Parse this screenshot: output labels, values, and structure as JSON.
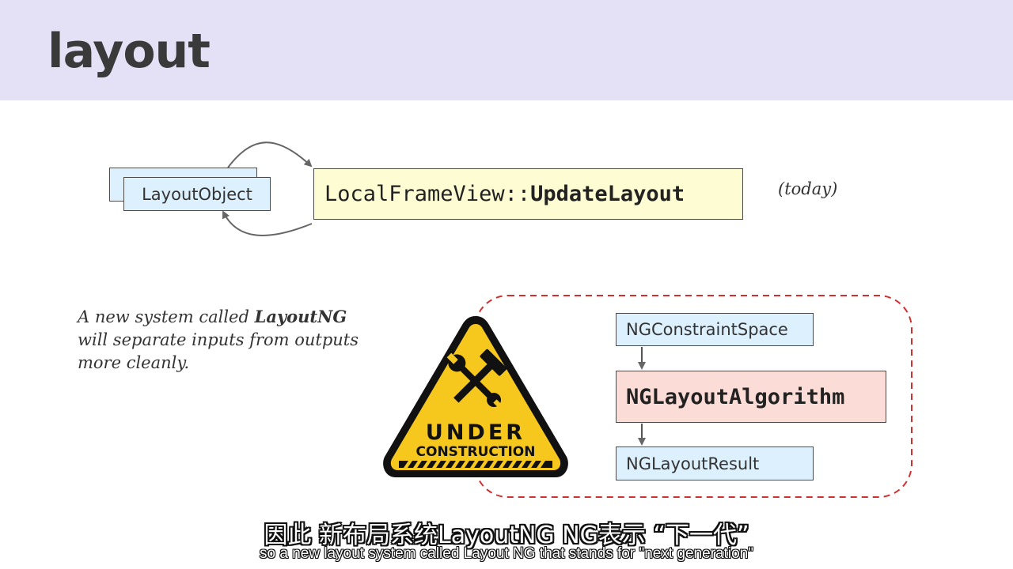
{
  "slide": {
    "title": "layout",
    "layout_object_label": "LayoutObject",
    "local_frame_view": {
      "prefix": "LocalFrameView::",
      "method": "UpdateLayout"
    },
    "today_label": "(today)",
    "description": {
      "line1_prefix": "A new system called ",
      "line1_bold": "LayoutNG",
      "line2": "will separate inputs from outputs",
      "line3": "more cleanly."
    },
    "ng_boxes": {
      "constraint_space": "NGConstraintSpace",
      "algorithm": "NGLayoutAlgorithm",
      "result": "NGLayoutResult"
    },
    "sign": {
      "line1": "UNDER",
      "line2": "CONSTRUCTION",
      "icon": "hammer-wrench-icon"
    },
    "colors": {
      "header_bg": "#e4e0f6",
      "blue_box": "#ddf0fd",
      "yellow_box": "#fdfcd2",
      "pink_box": "#fcdcd6",
      "dashed_border": "#d03030",
      "sign_yellow": "#f6c81e"
    }
  },
  "subtitles": {
    "chinese": "因此 新布局系统LayoutNG NG表示 “下一代”",
    "english": "so a new layout system called Layout NG that stands for \"next generation\""
  }
}
